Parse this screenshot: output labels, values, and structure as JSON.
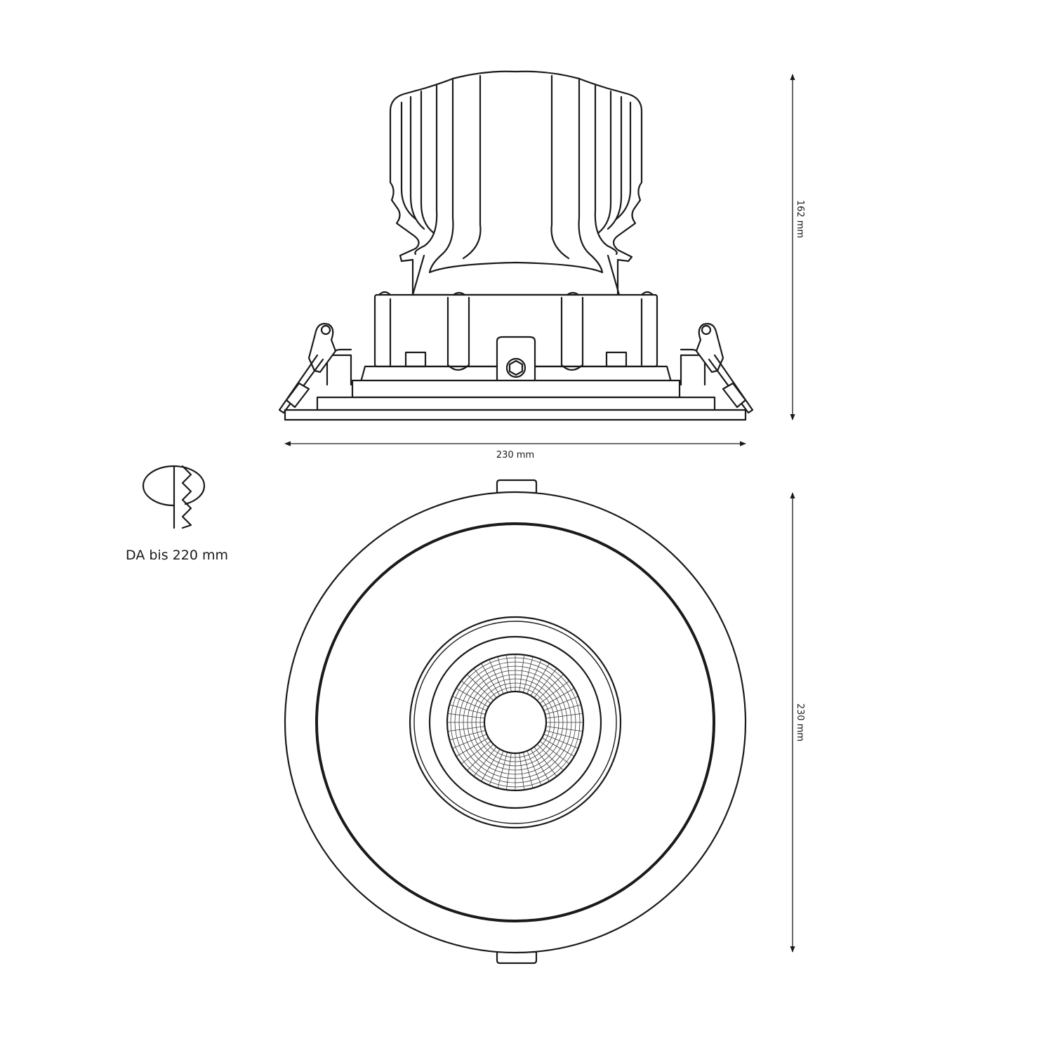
{
  "dimensions": {
    "side_height": "162 mm",
    "side_width": "230 mm",
    "front_diameter": "230 mm"
  },
  "cutout": {
    "icon": "ceiling-cutout-icon",
    "caption": "DA bis 220 mm"
  }
}
